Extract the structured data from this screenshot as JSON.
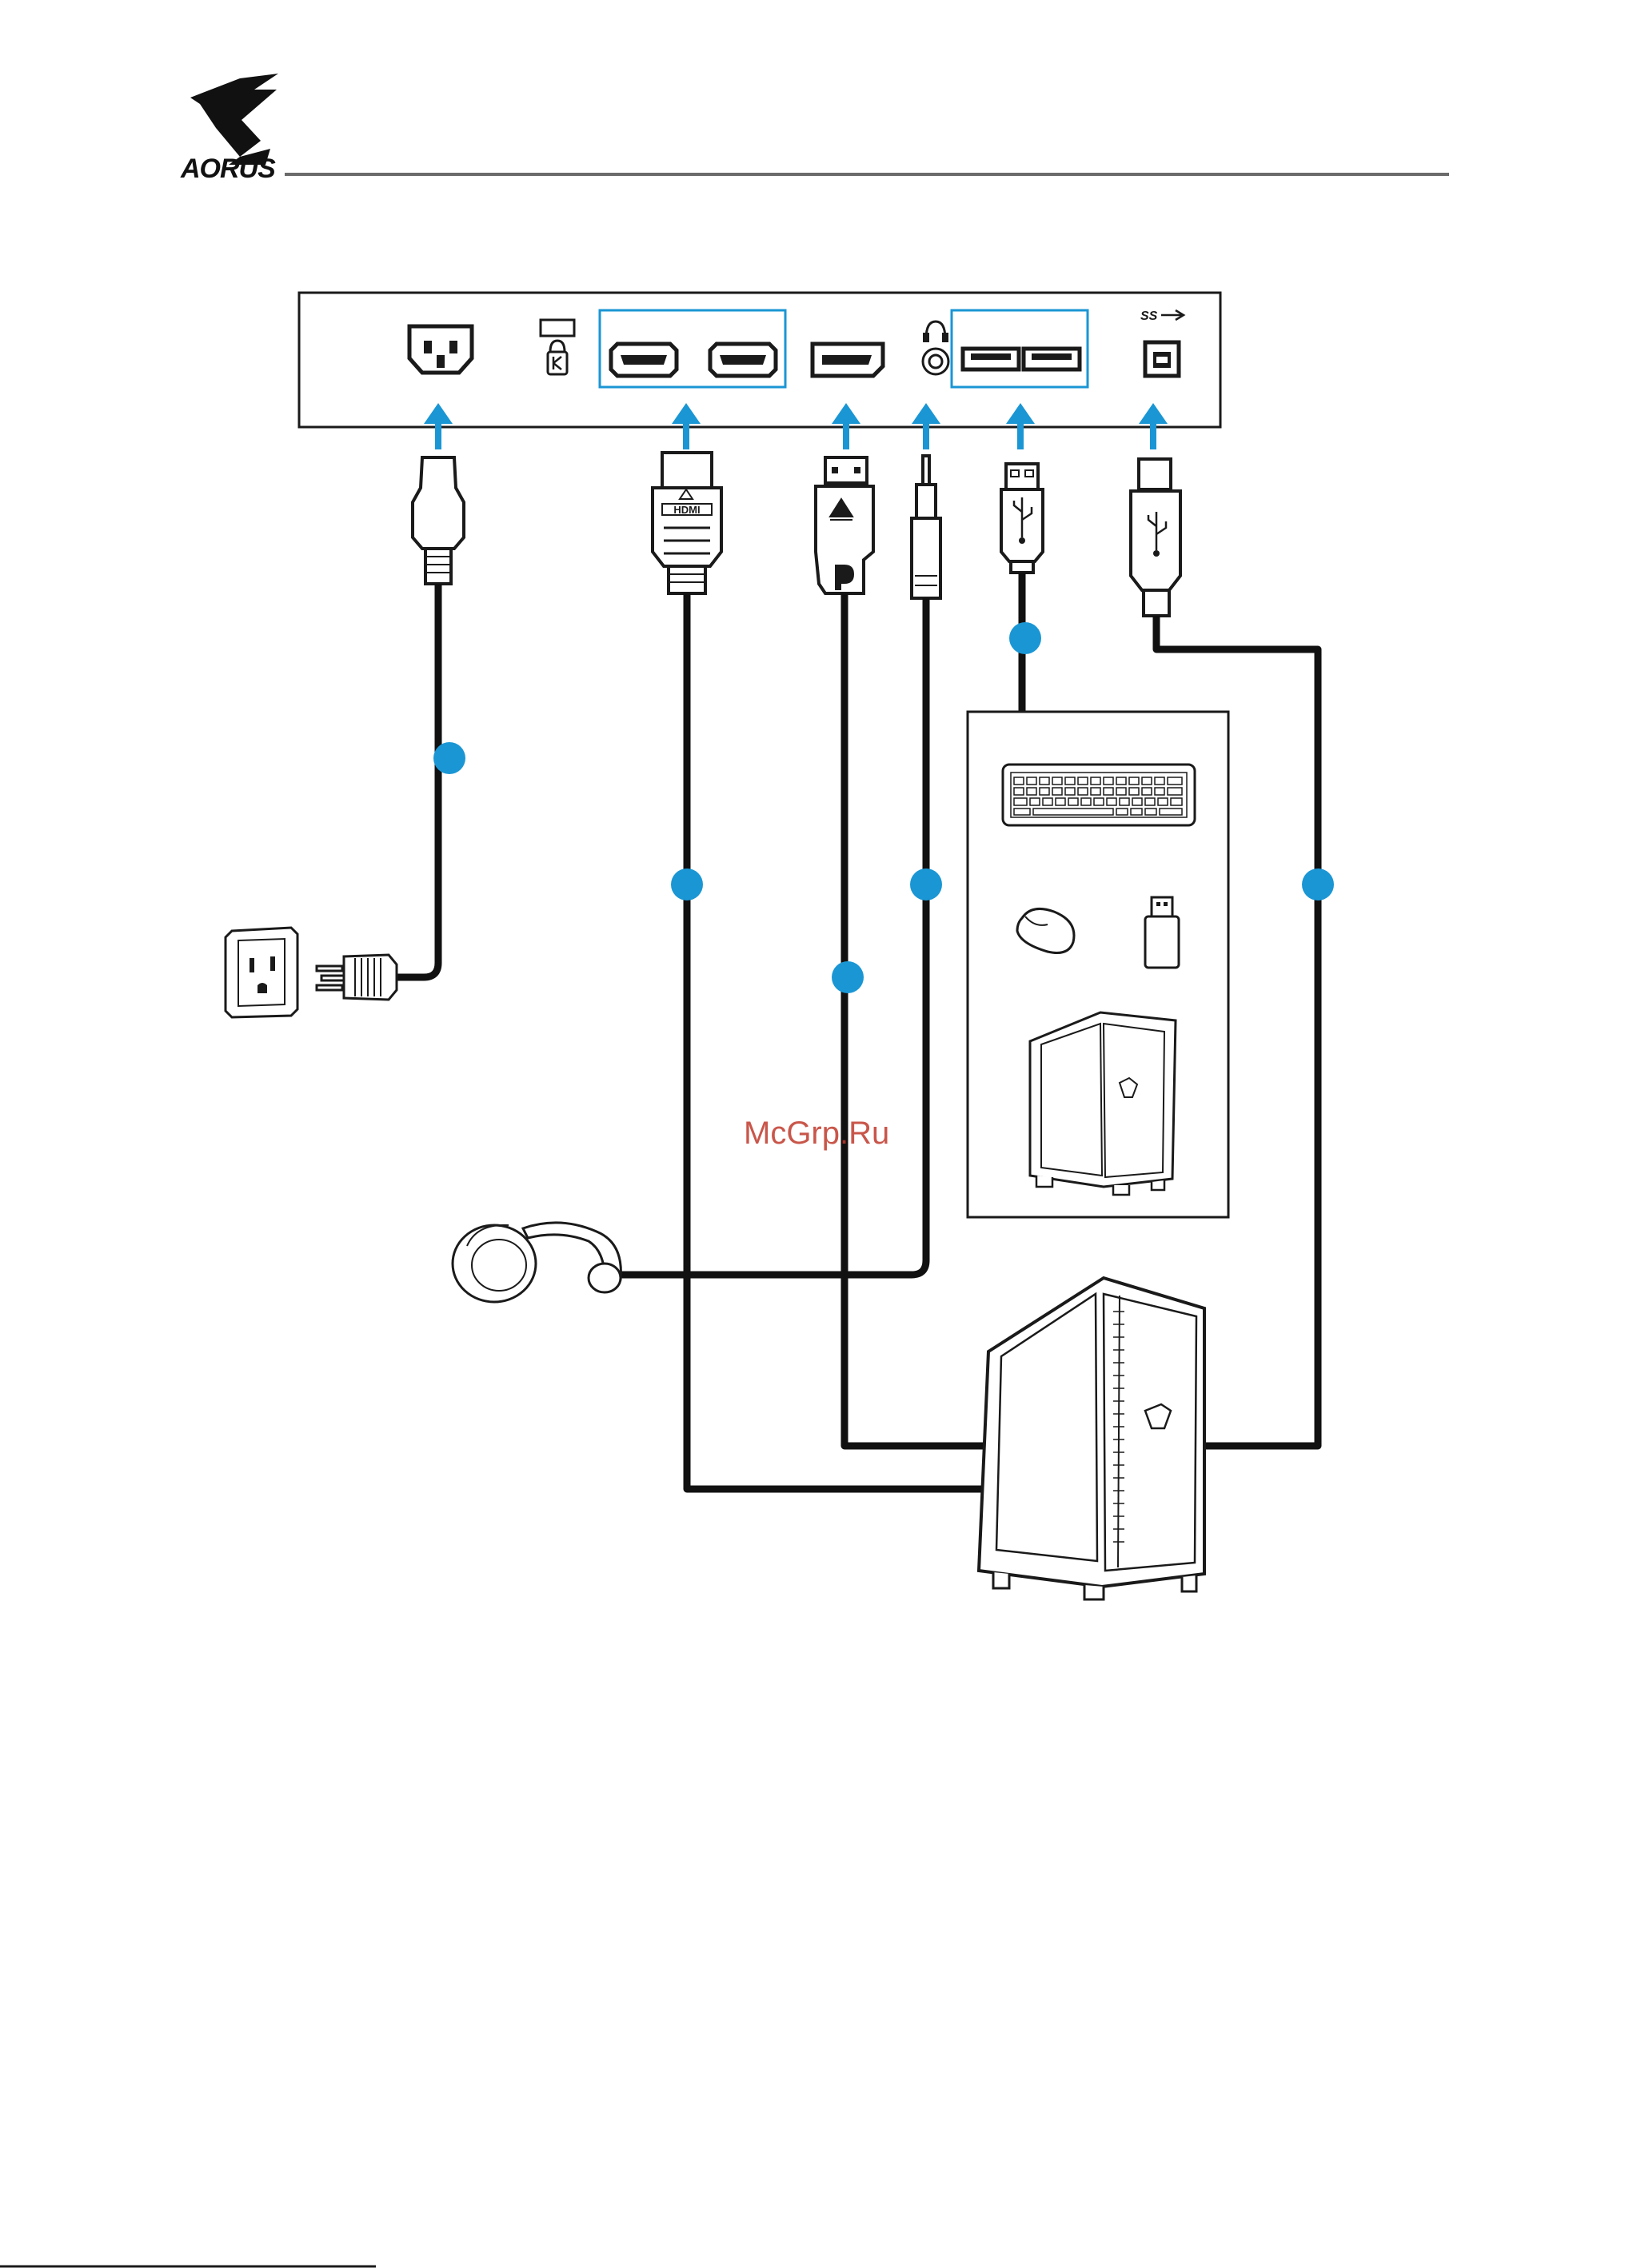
{
  "header": {
    "brand": "AORUS"
  },
  "ports": {
    "superspeed_label": "SS"
  },
  "connectors": {
    "hdmi_label": "HDMI"
  },
  "watermark": {
    "text": "McGrp.Ru"
  },
  "colors": {
    "accent": "#1a96d4",
    "cable": "#111111",
    "outline": "#1a1a1a"
  }
}
